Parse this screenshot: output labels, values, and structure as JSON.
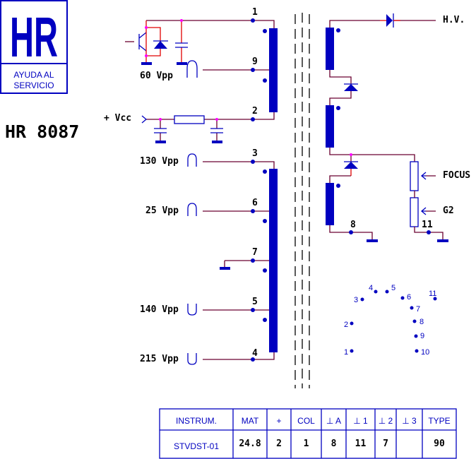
{
  "logo": {
    "letters": "HR",
    "line1": "AYUDA AL",
    "line2": "SERVICIO"
  },
  "model": "HR 8087",
  "primary": {
    "vcc": "+ Vcc",
    "v60": "60 Vpp",
    "pins": {
      "p1": "1",
      "p9": "9",
      "p2": "2"
    }
  },
  "secondary": [
    {
      "pin": "3",
      "label": "130 Vpp"
    },
    {
      "pin": "6",
      "label": "25 Vpp"
    },
    {
      "pin": "7",
      "label": ""
    },
    {
      "pin": "5",
      "label": "140 Vpp"
    },
    {
      "pin": "4",
      "label": "215 Vpp"
    }
  ],
  "hv": {
    "hv": "H.V.",
    "focus": "FOCUS",
    "g2": "G2",
    "pin8": "8",
    "pin11": "11"
  },
  "pinout": [
    "1",
    "2",
    "3",
    "4",
    "5",
    "6",
    "7",
    "8",
    "9",
    "10",
    "11"
  ],
  "table": {
    "headers": [
      "INSTRUM.",
      "MAT",
      "+",
      "COL",
      "⊥ A",
      "⊥ 1",
      "⊥ 2",
      "⊥ 3",
      "TYPE"
    ],
    "values": [
      "STVDST-01",
      "24.8",
      "2",
      "1",
      "8",
      "11",
      "7",
      "",
      "90"
    ]
  }
}
